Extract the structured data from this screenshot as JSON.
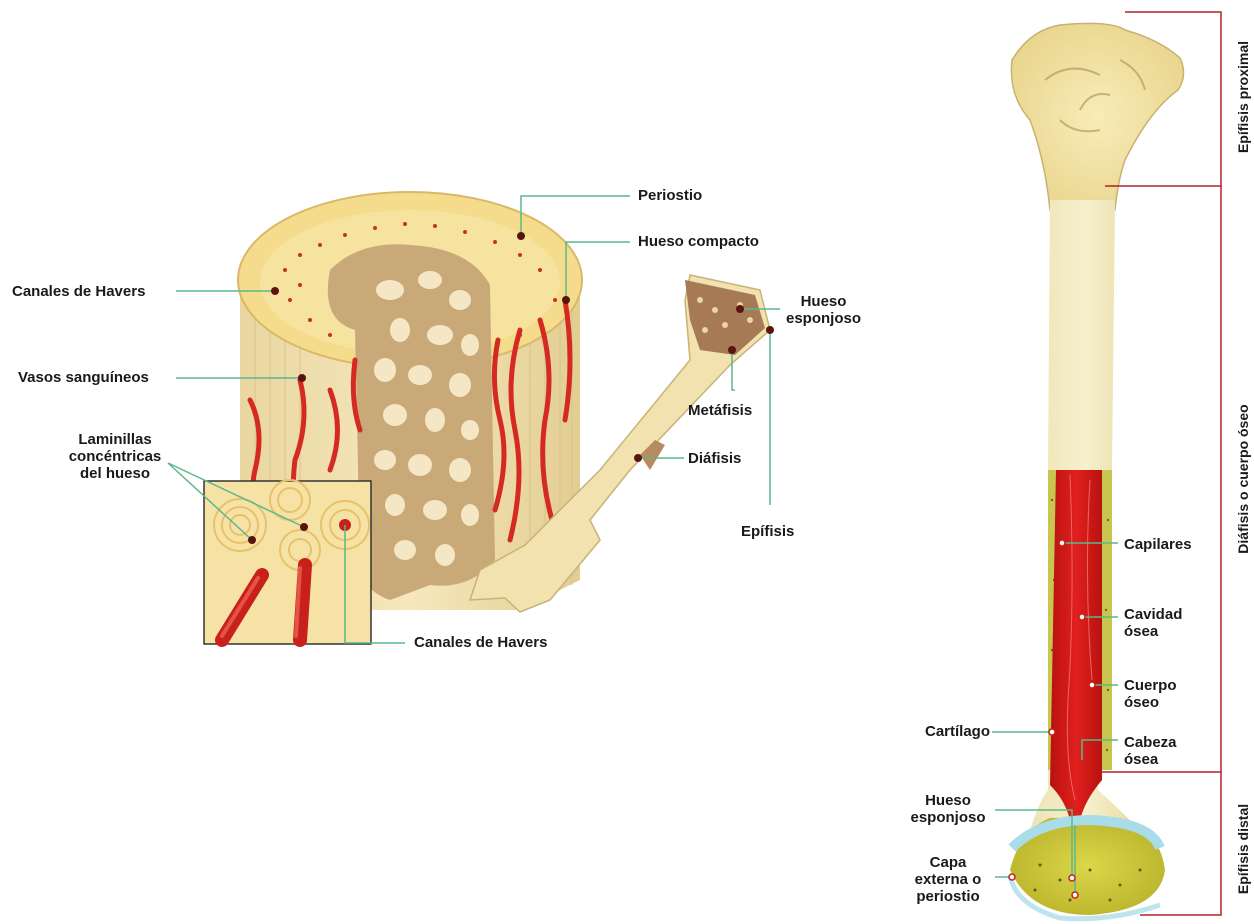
{
  "left_figure": {
    "periostio": "Periostio",
    "hueso_compacto": "Hueso compacto",
    "canales_havers_top": "Canales de Havers",
    "vasos_sanguineos": "Vasos sanguíneos",
    "laminillas_1": "Laminillas",
    "laminillas_2": "concéntricas",
    "laminillas_3": "del hueso",
    "canales_havers_bottom": "Canales de Havers",
    "hueso_esponjoso_1": "Hueso",
    "hueso_esponjoso_2": "esponjoso",
    "metafisis": "Metáfisis",
    "diafisis": "Diáfisis",
    "epifisis": "Epífisis"
  },
  "right_figure": {
    "epifisis_proximal": "Epífisis proximal",
    "diafisis_cuerpo": "Diáfisis o cuerpo óseo",
    "epifisis_distal": "Epífisis distal",
    "capilares": "Capilares",
    "cavidad_1": "Cavidad",
    "cavidad_2": "ósea",
    "cuerpo_1": "Cuerpo",
    "cuerpo_2": "óseo",
    "cabeza_1": "Cabeza",
    "cabeza_2": "ósea",
    "cartilago": "Cartílago",
    "hueso_esp_1": "Hueso",
    "hueso_esp_2": "esponjoso",
    "capa_1": "Capa",
    "capa_2": "externa o",
    "capa_3": "periostio"
  },
  "colors": {
    "bone": "#f3e6b0",
    "marrow_red": "#d8201f",
    "leader_green": "#5bb88c",
    "bracket_red": "#b3202a",
    "cartilage_blue": "#9fd3e0"
  }
}
